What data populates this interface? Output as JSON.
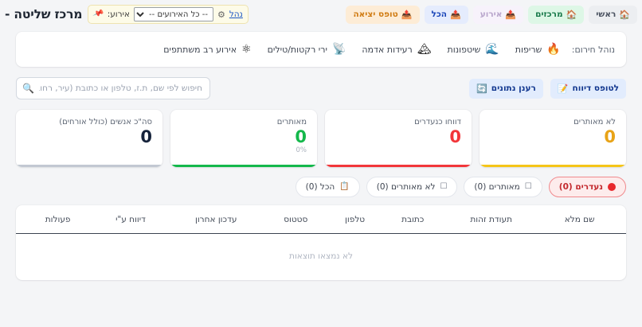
{
  "header": {
    "page_title": "מרכז שליטה -",
    "pin_icon": "pin-icon",
    "event_label": "אירוע:",
    "event_selected": "-- כל האירועים --",
    "event_options": [
      "-- כל האירועים --"
    ],
    "gear_icon": "gear-icon",
    "manage_link": "נהל",
    "nav_buttons": [
      {
        "label": "ראשי",
        "icon": "home-icon",
        "style": "nb-main"
      },
      {
        "label": "מרכזים",
        "icon": "home-icon",
        "style": "nb-center"
      },
      {
        "label": "אירוע",
        "icon": "upload-icon",
        "style": "nb-event"
      },
      {
        "label": "הכל",
        "icon": "upload-icon",
        "style": "nb-all"
      },
      {
        "label": "טופס יציאה",
        "icon": "upload-icon",
        "style": "nb-exit"
      }
    ]
  },
  "protocols": {
    "label": "נוהל חירום:",
    "items": [
      {
        "label": "שריפות",
        "icon": "fire-icon"
      },
      {
        "label": "שיטפונות",
        "icon": "flood-icon"
      },
      {
        "label": "רעידות אדמה",
        "icon": "earthquake-icon"
      },
      {
        "label": "ירי רקטות/טילים",
        "icon": "rocket-icon"
      },
      {
        "label": "אירוע רב משתתפים",
        "icon": "crowd-icon"
      }
    ]
  },
  "actions": {
    "refresh_label": "רענן נתונים",
    "refresh_icon": "refresh-icon",
    "report_form_label": "לטופס דיווח",
    "report_form_icon": "form-icon",
    "search_placeholder": "חיפוש לפי שם, ת.ז, טלפון או כתובת (עיר, רחוב, מכ",
    "search_value": "",
    "search_icon": "search-icon"
  },
  "stats": [
    {
      "label": "סה\"כ אנשים (כולל אורחים)",
      "value": "0",
      "sub": "",
      "variant": "stat-total"
    },
    {
      "label": "מאותרים",
      "value": "0",
      "sub": "0%",
      "variant": "stat-found"
    },
    {
      "label": "דווחו כנעדרים",
      "value": "0",
      "sub": "",
      "variant": "stat-missing"
    },
    {
      "label": "לא מאותרים",
      "value": "0",
      "sub": "",
      "variant": "stat-notfound"
    }
  ],
  "filters": [
    {
      "label": "נעדרים (0)",
      "icon": "red-dot-icon",
      "active": true
    },
    {
      "label": "מאותרים (0)",
      "icon": "check-icon",
      "active": false
    },
    {
      "label": "לא מאותרים (0)",
      "icon": "question-icon",
      "active": false
    },
    {
      "label": "הכל (0)",
      "icon": "clipboard-icon",
      "active": false
    }
  ],
  "table": {
    "columns": [
      "שם מלא",
      "תעודת זהות",
      "כתובת",
      "טלפון",
      "סטטוס",
      "עדכון אחרון",
      "דיווח ע\"י",
      "פעולות"
    ],
    "rows": [],
    "empty_text": "לא נמצאו תוצאות"
  },
  "colors": {
    "accent_blue": "#1a46b8",
    "green": "#14b84b",
    "red": "#f2363a",
    "amber": "#e8a317",
    "navy": "#16233b"
  }
}
